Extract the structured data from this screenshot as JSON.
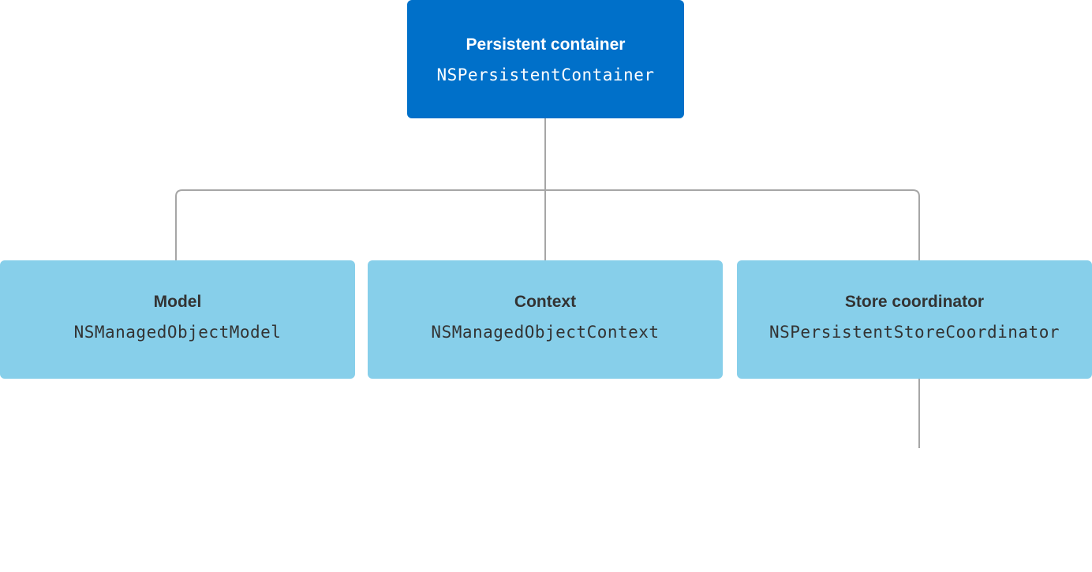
{
  "colors": {
    "root_fill": "#0070c9",
    "child_fill": "#87cfea",
    "connector": "#a6a6a6",
    "root_text": "#ffffff",
    "child_text": "#333333"
  },
  "root": {
    "title": "Persistent container",
    "class_name": "NSPersistentContainer"
  },
  "children": [
    {
      "title": "Model",
      "class_name": "NSManagedObjectModel"
    },
    {
      "title": "Context",
      "class_name": "NSManagedObjectContext"
    },
    {
      "title": "Store coordinator",
      "class_name": "NSPersistentStoreCoordinator"
    }
  ]
}
